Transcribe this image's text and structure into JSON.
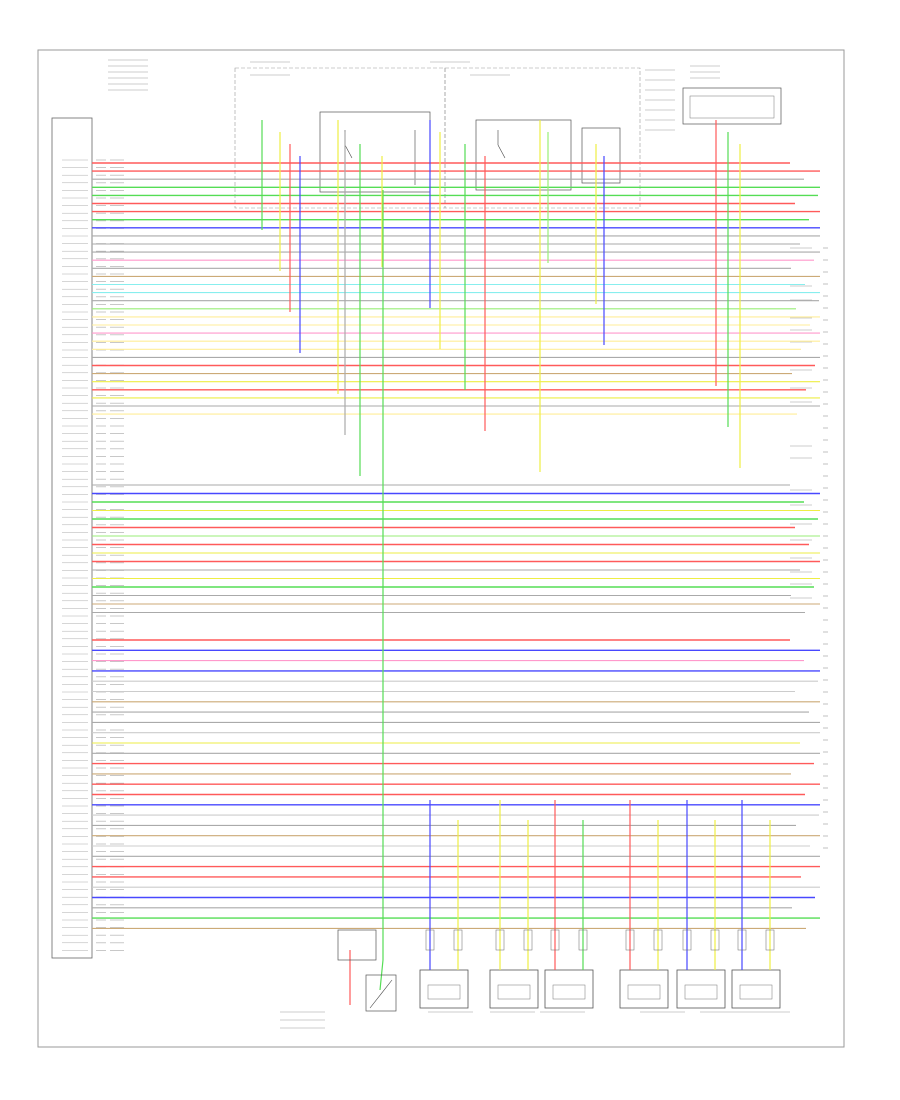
{
  "colors": {
    "frame": "#9a9a9a",
    "box": "#666666",
    "red": "#ff5a5a",
    "blue": "#4848ff",
    "green": "#55dd55",
    "yellow": "#eeee44",
    "lightgreen": "#99ee77",
    "cyan": "#88eeee",
    "tan": "#ccaa77",
    "gray": "#aaaaaa",
    "lightgray": "#cccccc",
    "pink": "#ff99cc",
    "lightyellow": "#ffee99",
    "darkgray": "#888888"
  },
  "wires": {
    "upper_colors": [
      "red",
      "red",
      "gray",
      "green",
      "green",
      "red",
      "red",
      "green",
      "blue",
      "gray",
      "gray",
      "gray",
      "pink",
      "gray",
      "tan",
      "cyan",
      "cyan",
      "gray",
      "lightgreen",
      "lightyellow",
      "lightyellow",
      "pink",
      "lightyellow",
      "lightyellow",
      "gray",
      "red",
      "tan",
      "yellow",
      "red",
      "yellow",
      "gray",
      "lightyellow"
    ],
    "middle_colors": [
      "gray",
      "blue",
      "green",
      "yellow",
      "green",
      "red",
      "lightgreen",
      "red",
      "yellow",
      "red",
      "gray",
      "yellow",
      "green",
      "gray",
      "tan",
      "gray"
    ],
    "lower_colors": [
      "red",
      "blue",
      "pink",
      "blue",
      "lightgray",
      "lightgray",
      "tan",
      "gray",
      "gray",
      "lightgray",
      "yellow",
      "gray",
      "red",
      "tan",
      "red",
      "red",
      "blue",
      "lightgray",
      "gray",
      "tan",
      "lightgray",
      "gray",
      "red",
      "red",
      "lightgray",
      "blue",
      "gray",
      "green",
      "tan"
    ],
    "vertical_colors": [
      "green",
      "yellow",
      "red",
      "blue",
      "yellow",
      "gray",
      "green",
      "yellow",
      "blue",
      "yellow",
      "green",
      "red",
      "yellow",
      "lightgreen",
      "yellow",
      "blue",
      "red",
      "green",
      "yellow"
    ],
    "coil_pairs": [
      [
        "blue",
        "yellow"
      ],
      [
        "yellow",
        "yellow"
      ],
      [
        "red",
        "green"
      ],
      [
        "red",
        "yellow"
      ],
      [
        "blue",
        "yellow"
      ],
      [
        "blue",
        "yellow"
      ]
    ]
  }
}
